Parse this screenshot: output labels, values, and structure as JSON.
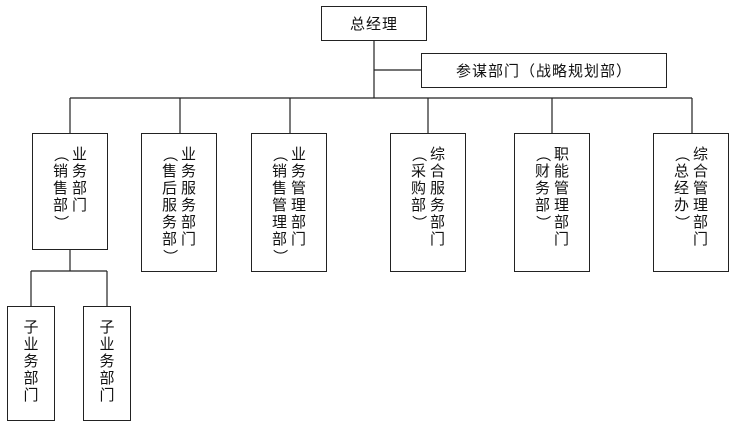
{
  "org": {
    "top": "总经理",
    "staff": "参谋部门（战略规划部）",
    "departments": [
      {
        "lines": [
          "业务部门",
          "（销售部）"
        ]
      },
      {
        "lines": [
          "业务服务部门",
          "（售后服务部）"
        ]
      },
      {
        "lines": [
          "业务管理部门",
          "（销售管理部）"
        ]
      },
      {
        "lines": [
          "综合服务部门",
          "（采购部）"
        ]
      },
      {
        "lines": [
          "职能管理部门",
          "（财务部）"
        ]
      },
      {
        "lines": [
          "综合管理部门",
          "（总经办）"
        ]
      }
    ],
    "subunits": [
      {
        "lines": [
          "子业务部门"
        ]
      },
      {
        "lines": [
          "子业务部门"
        ]
      }
    ]
  }
}
